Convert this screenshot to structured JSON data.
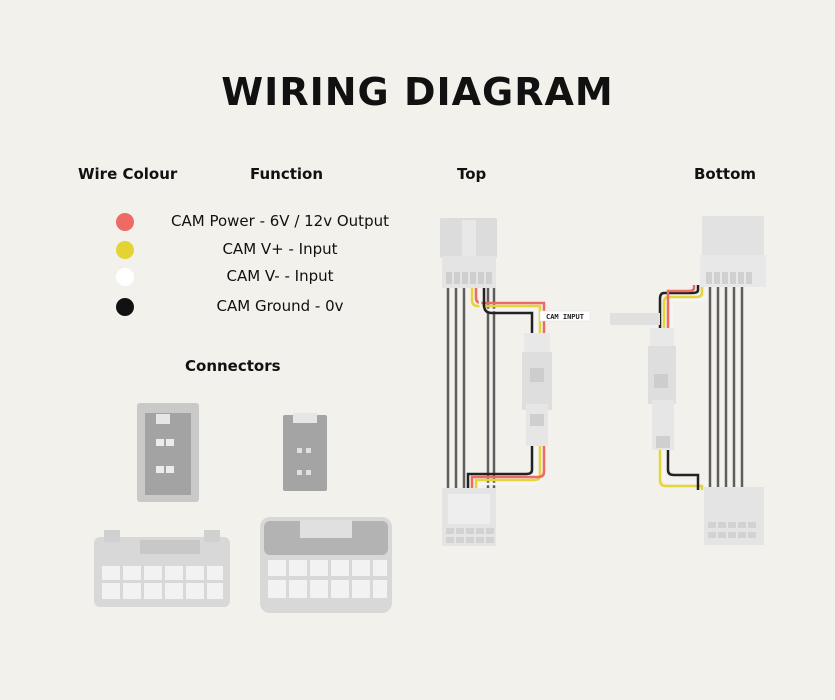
{
  "title": "WIRING DIAGRAM",
  "headers": {
    "wire_colour": "Wire Colour",
    "function": "Function",
    "top": "Top",
    "bottom": "Bottom",
    "connectors": "Connectors"
  },
  "legend": [
    {
      "color": "#ee6a64",
      "function": "CAM Power - 6V / 12v Output"
    },
    {
      "color": "#e2d433",
      "function": "CAM V+ - Input"
    },
    {
      "color": "#ffffff",
      "function": "CAM V- - Input"
    },
    {
      "color": "#111111",
      "function": "CAM Ground - 0v"
    }
  ],
  "tag_label": "CAM INPUT"
}
